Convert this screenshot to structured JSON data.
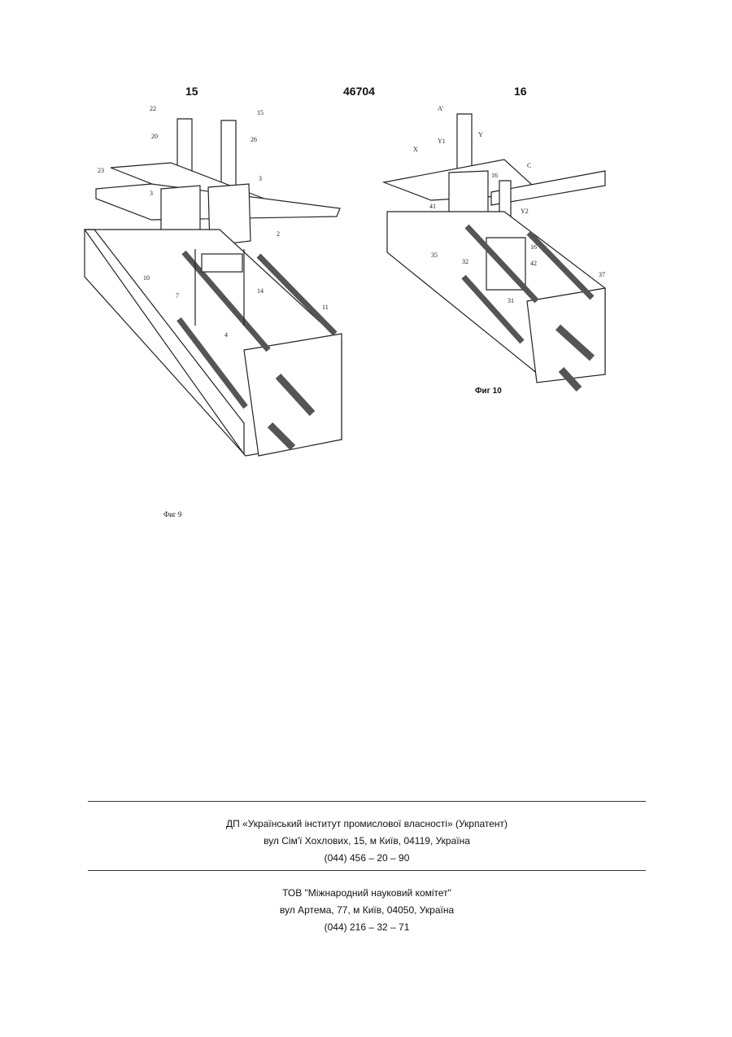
{
  "header": {
    "page_left": "15",
    "doc_number": "46704",
    "page_right": "16"
  },
  "figure9": {
    "caption": "Фиг 9",
    "labels": [
      "22",
      "15",
      "20",
      "26",
      "23",
      "3",
      "3",
      "2",
      "10",
      "7",
      "14",
      "11",
      "4"
    ]
  },
  "figure10": {
    "caption": "Фиг 10",
    "labels": [
      "A'",
      "Y1",
      "Y",
      "X",
      "C",
      "16",
      "41",
      "Y2",
      "35",
      "16",
      "32",
      "42",
      "37",
      "31"
    ]
  },
  "footer": {
    "org1_name": "ДП «Український інститут промислової власності» (Укрпатент)",
    "org1_address": "вул  Сім'ї Хохлових, 15, м  Київ, 04119, Україна",
    "org1_phone": "(044) 456 – 20 –  90",
    "org2_name": "ТОВ \"Міжнародний науковий комітет\"",
    "org2_address": "вул  Артема, 77, м  Київ, 04050, Україна",
    "org2_phone": "(044) 216 – 32 – 71"
  }
}
